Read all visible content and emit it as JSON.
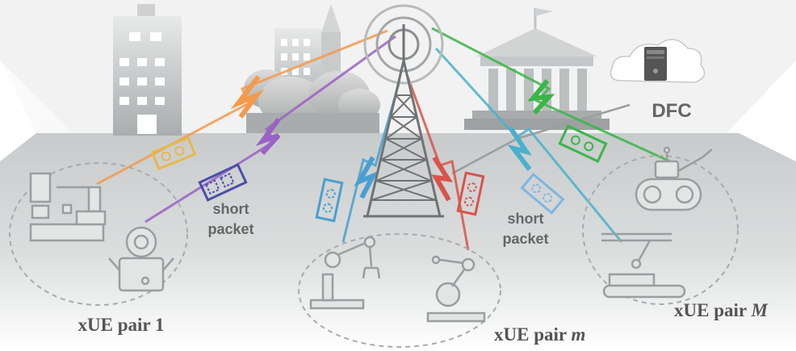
{
  "labels": {
    "dfc": "DFC",
    "short_packet_left_1": "short",
    "short_packet_left_2": "packet",
    "short_packet_right_1": "short",
    "short_packet_right_2": "packet",
    "pair_1": "xUE pair 1",
    "pair_m_prefix": "xUE pair ",
    "pair_m_var": "m",
    "pair_M_prefix": "xUE pair ",
    "pair_M_var": "M"
  },
  "colors": {
    "link_orange": "#f39a4b",
    "link_purple": "#9a62c4",
    "link_blue": "#4a9fd0",
    "link_red": "#d9534a",
    "link_cyan": "#4ab0cc",
    "link_green": "#3bb54a",
    "packet_yellow": "#e8b84a",
    "packet_navy": "#4b4fa8"
  }
}
